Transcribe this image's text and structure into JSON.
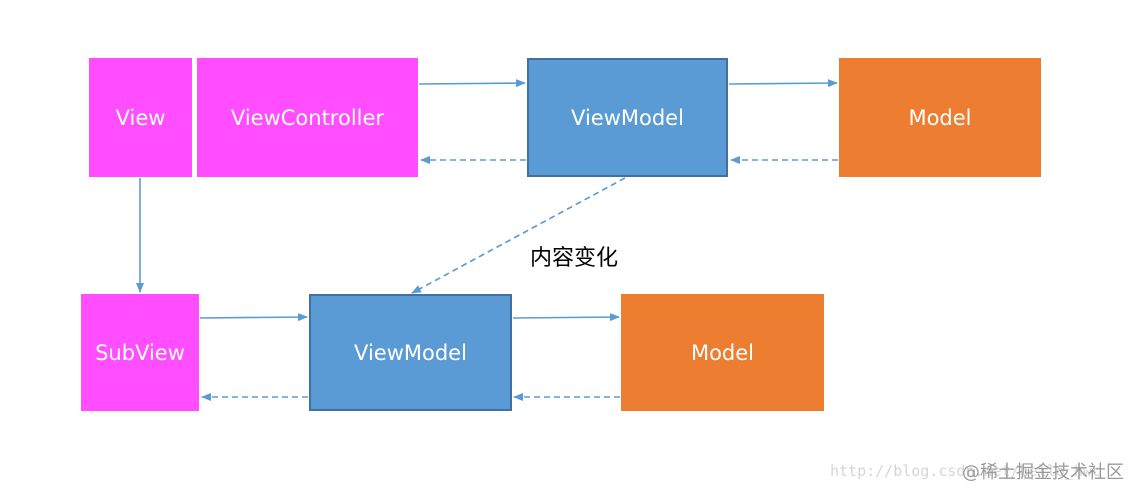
{
  "diagram": {
    "nodes": {
      "view": "View",
      "view_controller": "ViewController",
      "view_model_top": "ViewModel",
      "model_top": "Model",
      "sub_view": "SubView",
      "view_model_bottom": "ViewModel",
      "model_bottom": "Model"
    },
    "edge_label": "内容变化",
    "colors": {
      "view_fill": "#ff4dff",
      "view_model_fill": "#5b9bd5",
      "view_model_border": "#41719c",
      "model_fill": "#ed7d31",
      "arrow": "#5b9bd5",
      "text": "#ffffff"
    }
  },
  "watermark": {
    "url": "http://blog.csdn.net/hello_hwc",
    "site": "@稀土掘金技术社区"
  }
}
